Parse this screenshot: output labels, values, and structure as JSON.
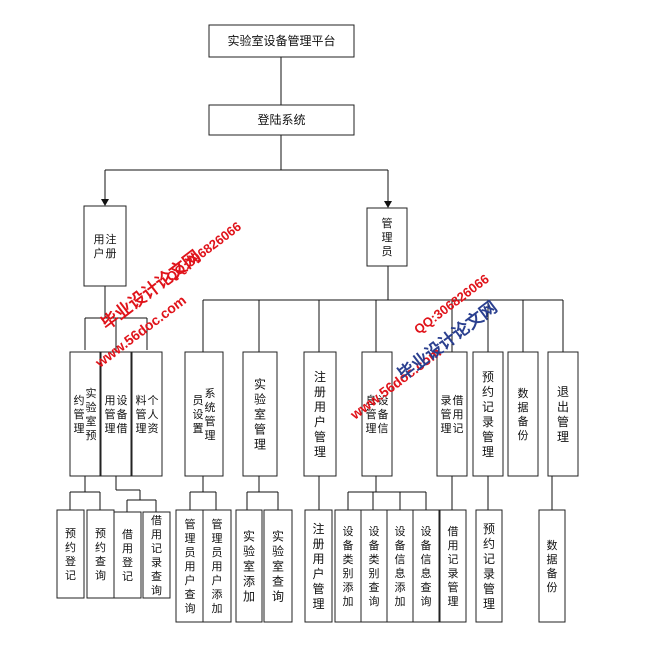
{
  "diagram": {
    "title": "实验室设备管理平台",
    "login": "登陆系统",
    "roles": {
      "user": "注册用户",
      "admin": "管理员"
    },
    "modules": [
      "实验室预约管理",
      "设备借用管理",
      "个人资料管理",
      "系统管理员设置",
      "实验室管理",
      "注册用户管理",
      "设备信息管理",
      "借用记录管理",
      "预约记录管理",
      "数据备份",
      "退出管理"
    ],
    "leaves": [
      "预约登记",
      "预约查询",
      "借用登记",
      "借用记录查询",
      "管理员用户查询",
      "管理员用户添加",
      "实验室添加",
      "实验室查询",
      "注册用户管理",
      "设备类别添加",
      "设备类别查询",
      "设备信息添加",
      "设备信息查询",
      "借用记录管理",
      "预约记录管理",
      "数据备份"
    ]
  },
  "watermarks": [
    {
      "site": "www.56doc.com",
      "brand": "毕业设计论文网",
      "qq": "QQ:306826066"
    },
    {
      "site": "www.56doc.com",
      "brand": "毕业设计论文网",
      "qq": "QQ:306826066"
    }
  ],
  "colors": {
    "watermark_red": "#e0131a",
    "watermark_blue": "#2a3f8f",
    "line": "#111111"
  }
}
